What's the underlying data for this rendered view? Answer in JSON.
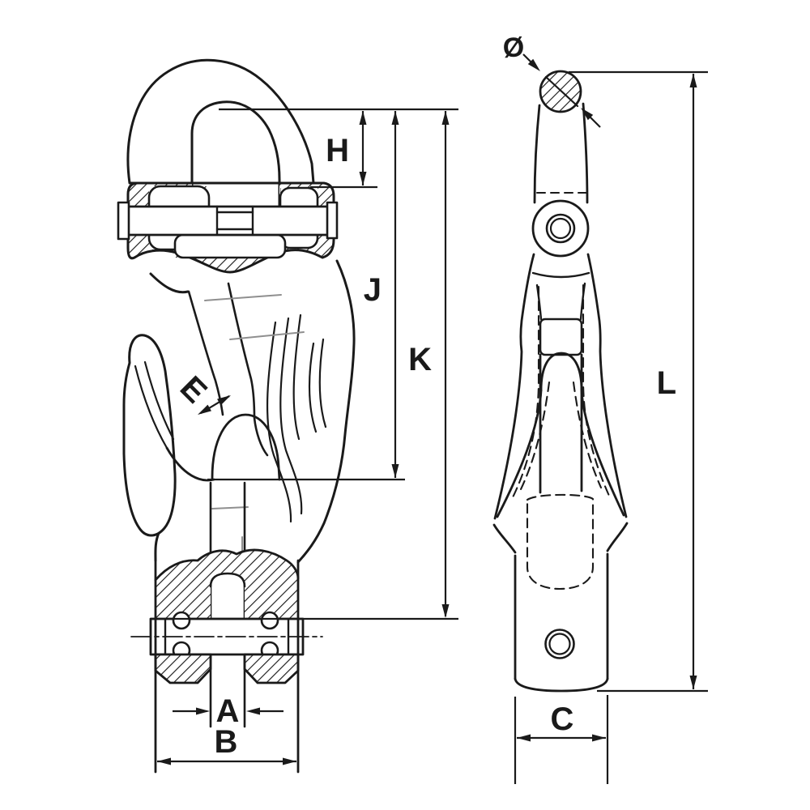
{
  "drawing": {
    "kind": "engineering line drawing, two orthographic views of a clevis grab hook",
    "colors": {
      "ink": "#1a1a1a",
      "paper": "#ffffff",
      "faint_line": "#8f8f8f"
    },
    "views": {
      "front": {
        "id": "front-view",
        "dimension_labels": {
          "H": "H",
          "J": "J",
          "K": "K",
          "E": "E",
          "A": "A",
          "B": "B"
        }
      },
      "side": {
        "id": "side-view",
        "dimension_labels": {
          "diameter": "Ø",
          "L": "L",
          "C": "C"
        }
      }
    }
  }
}
